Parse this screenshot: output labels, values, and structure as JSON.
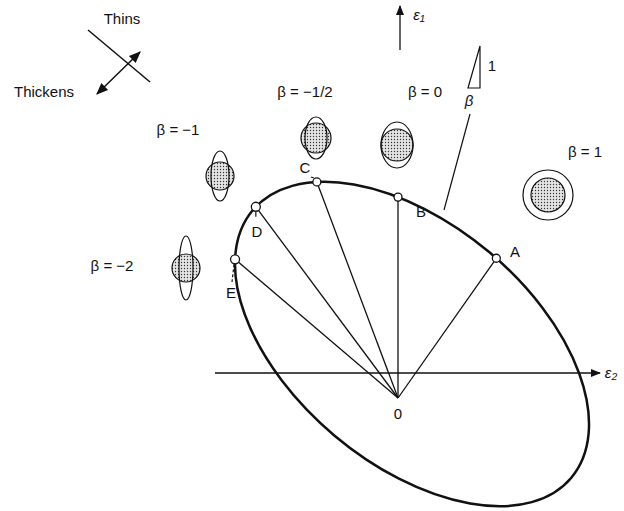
{
  "diagram": {
    "labels": [
      "Thins",
      "Thickens",
      "β = −1/2",
      "β = 0",
      "β = −1",
      "β = 1",
      "β = −2",
      "ε₁",
      "ε₂",
      "1",
      "β",
      "A",
      "B",
      "C",
      "D",
      "E",
      "0"
    ]
  }
}
